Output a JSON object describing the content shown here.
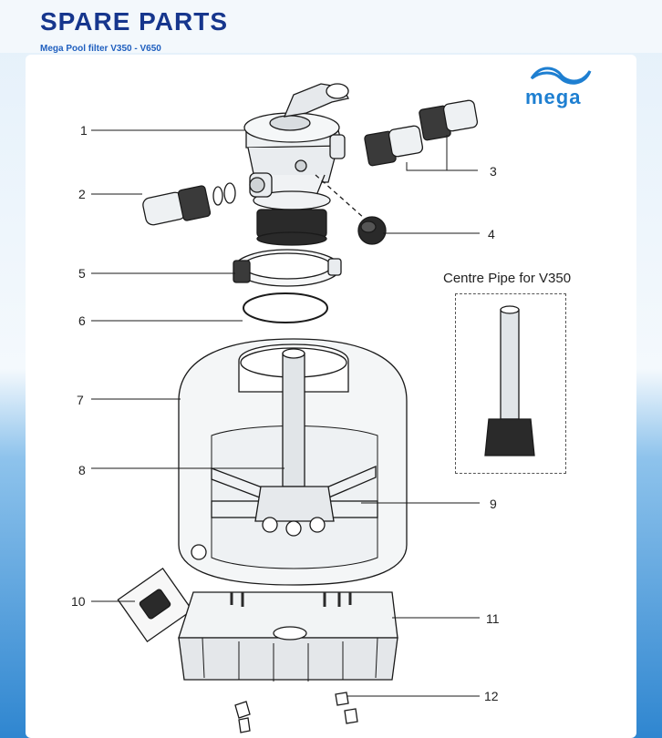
{
  "header": {
    "title": "SPARE PARTS",
    "subtitle": "Mega Pool filter V350 - V650"
  },
  "brand": {
    "name": "mega",
    "color": "#1e7fd1"
  },
  "colors": {
    "title": "#16368d",
    "subtitle": "#1f5fbf",
    "water": "#6fb2e6"
  },
  "inset": {
    "title": "Centre Pipe for V350"
  },
  "callouts": [
    {
      "id": "1",
      "label": "1"
    },
    {
      "id": "2",
      "label": "2"
    },
    {
      "id": "3",
      "label": "3"
    },
    {
      "id": "4",
      "label": "4"
    },
    {
      "id": "5",
      "label": "5"
    },
    {
      "id": "6",
      "label": "6"
    },
    {
      "id": "7",
      "label": "7"
    },
    {
      "id": "8",
      "label": "8"
    },
    {
      "id": "9",
      "label": "9"
    },
    {
      "id": "10",
      "label": "10"
    },
    {
      "id": "11",
      "label": "11"
    },
    {
      "id": "12",
      "label": "12"
    }
  ]
}
